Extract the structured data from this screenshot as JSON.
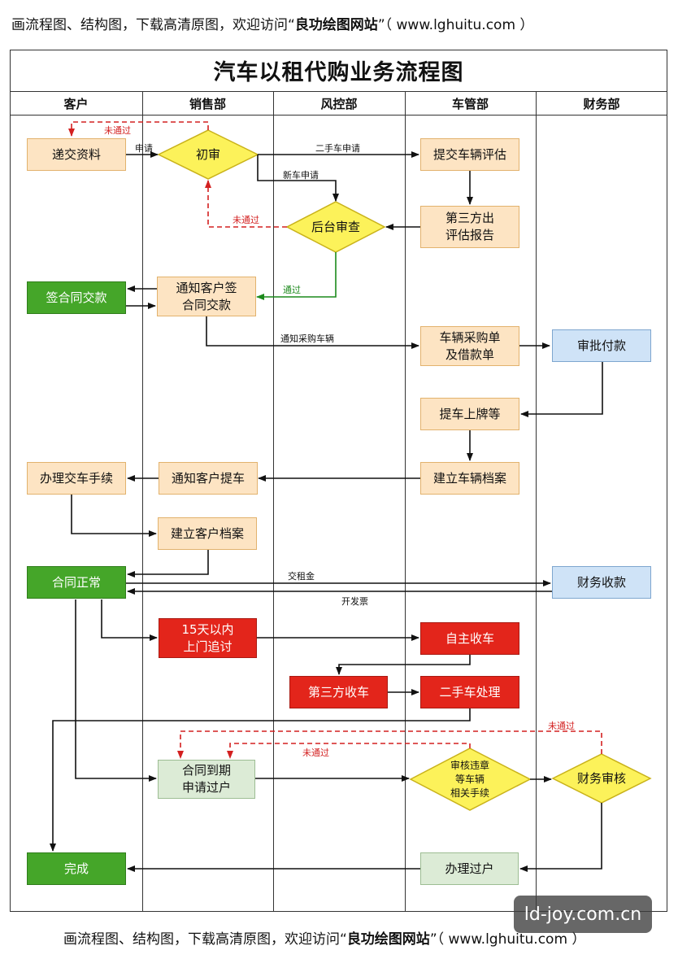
{
  "banner": {
    "prefix": "画流程图、结构图，下载高清原图，欢迎访问“",
    "site_name": "良功绘图网站",
    "suffix": "”（ www.lghuitu.com ）"
  },
  "chart_title": "汽车以租代购业务流程图",
  "lanes": [
    "客户",
    "销售部",
    "风控部",
    "车管部",
    "财务部"
  ],
  "nodes": {
    "submit_docs": "递交资料",
    "initial_review": "初审",
    "vehicle_eval": "提交车辆评估",
    "backend_review": "后台审查",
    "third_party_report": "第三方出\n评估报告",
    "sign_contract": "签合同交款",
    "notify_sign": "通知客户签\n合同交款",
    "purchase_order": "车辆采购单\n及借款单",
    "approve_payment": "审批付款",
    "plates": "提车上牌等",
    "vehicle_file": "建立车辆档案",
    "delivery": "办理交车手续",
    "notify_pickup": "通知客户提车",
    "customer_file": "建立客户档案",
    "contract_normal": "合同正常",
    "finance_collect": "财务收款",
    "visit_15": "15天以内\n上门追讨",
    "self_repossess": "自主收车",
    "third_repossess": "第三方收车",
    "used_car": "二手车处理",
    "contract_expire": "合同到期\n申请过户",
    "review_violation": "审核违章\n等车辆\n相关手续",
    "finance_review": "财务审核",
    "complete": "完成",
    "transfer": "办理过户"
  },
  "edge_labels": {
    "apply": "申请",
    "used_apply": "二手车申请",
    "new_apply": "新车申请",
    "fail_1": "未通过",
    "fail_2": "未通过",
    "pass": "通过",
    "notify_purchase": "通知采购车辆",
    "rent": "交租金",
    "invoice": "开发票",
    "fail_3": "未通过",
    "fail_4": "未通过"
  },
  "watermark": "ld-joy.com.cn",
  "colors": {
    "orange_fill": "#fde4c3",
    "green_fill": "#45a629",
    "red_fill": "#e3251b",
    "blue_fill": "#cfe3f7",
    "pale_fill": "#dcebd6",
    "yellow_diamond": "#fcf25a",
    "fail_arrow": "#d32020",
    "pass_arrow": "#1c8a1c"
  }
}
